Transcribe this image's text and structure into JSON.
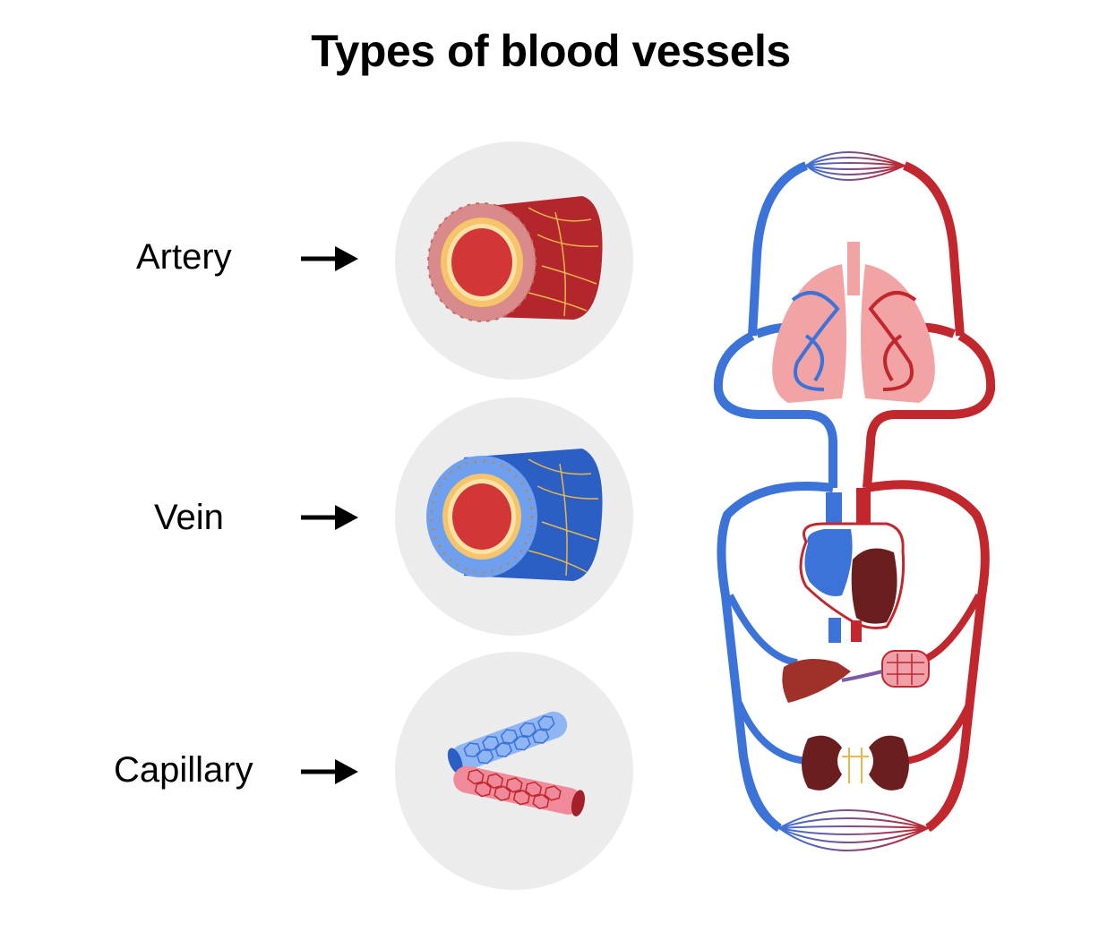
{
  "title": "Types of blood vessels",
  "vessels": [
    {
      "label": "Artery"
    },
    {
      "label": "Vein"
    },
    {
      "label": "Capillary"
    }
  ],
  "colors": {
    "artery_red": "#c1272d",
    "vein_blue": "#3b73d9",
    "lumen_red": "#d23636",
    "circle_bg": "#ececec",
    "lung_pink": "#f2a3a3",
    "organ_dark": "#6b1e1e"
  }
}
